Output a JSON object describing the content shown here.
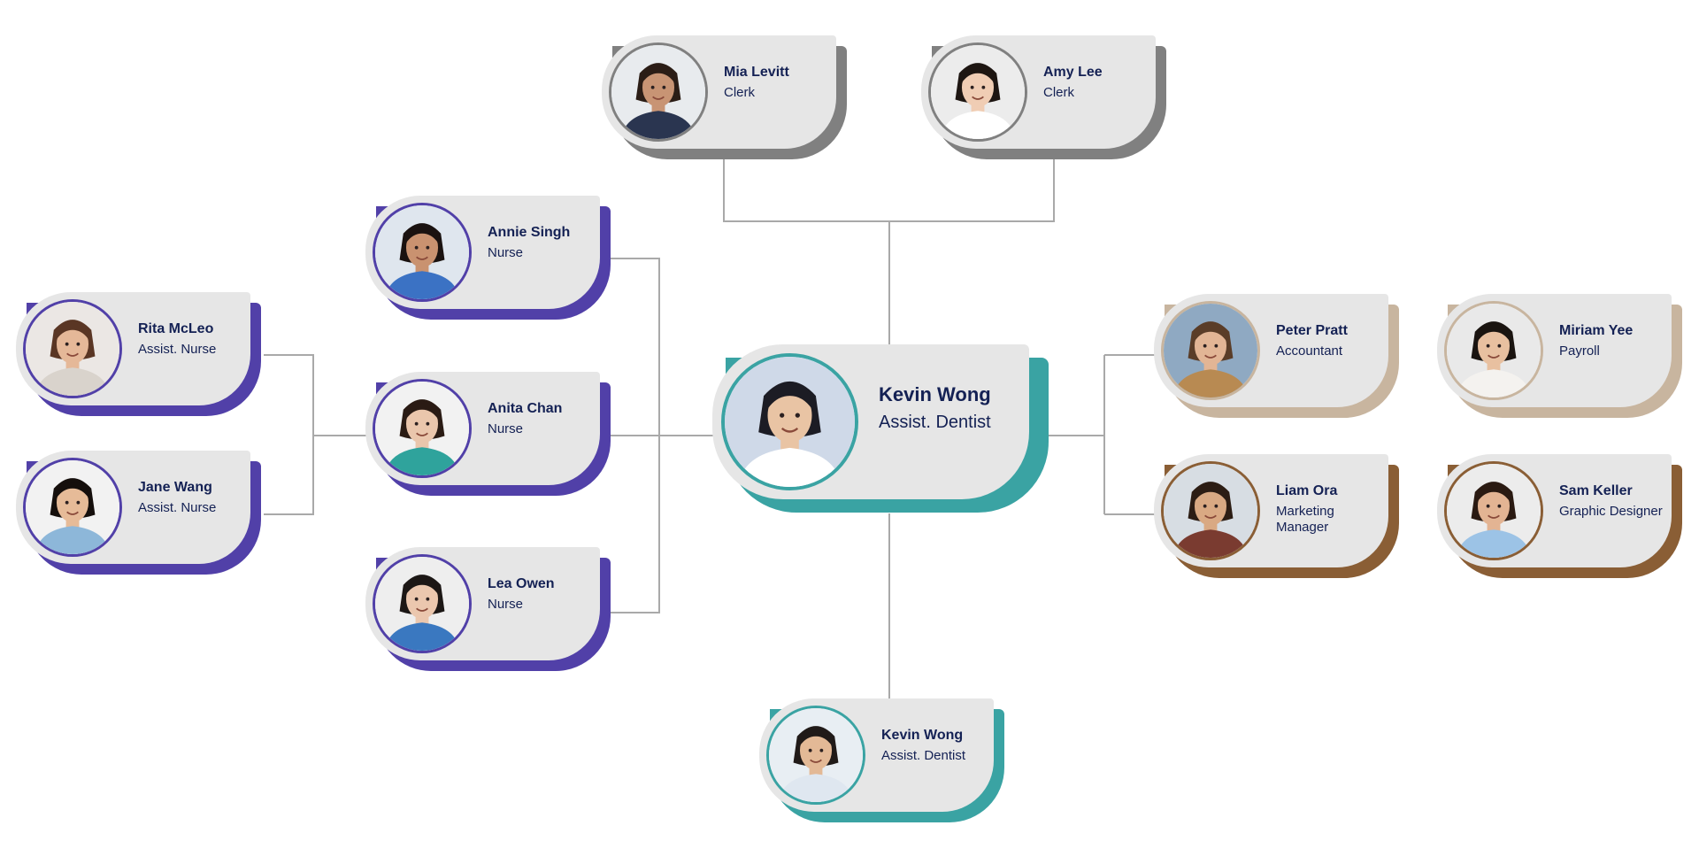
{
  "colors": {
    "gray": "#808080",
    "purple": "#5140a8",
    "teal": "#3aa3a3",
    "tan": "#c8b59f",
    "brown": "#8a5e35",
    "card": "#e6e6e6",
    "text": "#142154",
    "line": "#a9a9a9"
  },
  "center": {
    "name": "Kevin Wong",
    "role": "Assist. Dentist",
    "accent": "teal",
    "skin": "#e9c4a4",
    "hair": "#1c1c24",
    "shirt": "#ffffff",
    "bg": "#cfd9e8"
  },
  "top": [
    {
      "name": "Mia Levitt",
      "role": "Clerk",
      "accent": "gray",
      "skin": "#c89474",
      "hair": "#2b1d16",
      "shirt": "#2a3550",
      "bg": "#e8ebee"
    },
    {
      "name": "Amy Lee",
      "role": "Clerk",
      "accent": "gray",
      "skin": "#f0cdb4",
      "hair": "#1e1612",
      "shirt": "#ffffff",
      "bg": "#ececec"
    }
  ],
  "left_inner": [
    {
      "name": "Annie Singh",
      "role": "Nurse",
      "accent": "purple",
      "skin": "#c99270",
      "hair": "#1a1210",
      "shirt": "#3b72c4",
      "bg": "#dfe6ee"
    },
    {
      "name": "Anita Chan",
      "role": "Nurse",
      "accent": "purple",
      "skin": "#eac6ac",
      "hair": "#2a1b14",
      "shirt": "#2fa39c",
      "bg": "#f2f2f2"
    },
    {
      "name": "Lea Owen",
      "role": "Nurse",
      "accent": "purple",
      "skin": "#ebc7ae",
      "hair": "#1c1715",
      "shirt": "#3a78c0",
      "bg": "#eeeeee"
    }
  ],
  "left_outer": [
    {
      "name": "Rita McLeo",
      "role": "Assist. Nurse",
      "accent": "purple",
      "skin": "#e5b898",
      "hair": "#5a3624",
      "shirt": "#d9d3cc",
      "bg": "#ebe7e4"
    },
    {
      "name": "Jane Wang",
      "role": "Assist. Nurse",
      "accent": "purple",
      "skin": "#e6bb98",
      "hair": "#150f0c",
      "shirt": "#8db7d9",
      "bg": "#f2f2f2"
    }
  ],
  "right_inner": [
    {
      "name": "Peter Pratt",
      "role": "Accountant",
      "accent": "tan",
      "skin": "#e2b595",
      "hair": "#5a3d28",
      "shirt": "#b88a52",
      "bg": "#8fa9c2"
    },
    {
      "name": "Liam Ora",
      "role": "Marketing Manager",
      "accent": "brown",
      "skin": "#d9a983",
      "hair": "#2c1d14",
      "shirt": "#7a3b30",
      "bg": "#d7dde3"
    }
  ],
  "right_outer": [
    {
      "name": "Miriam Yee",
      "role": "Payroll",
      "accent": "tan",
      "skin": "#e8c0a0",
      "hair": "#1a1410",
      "shirt": "#f4f2ef",
      "bg": "#e9e9e9"
    },
    {
      "name": "Sam Keller",
      "role": "Graphic Designer",
      "accent": "brown",
      "skin": "#e3b493",
      "hair": "#2a1a12",
      "shirt": "#9cc3e6",
      "bg": "#ececec"
    }
  ],
  "bottom": [
    {
      "name": "Kevin Wong",
      "role": "Assist. Dentist",
      "accent": "teal",
      "skin": "#e3b996",
      "hair": "#201a18",
      "shirt": "#dfe7f0",
      "bg": "#e8eef3"
    }
  ]
}
